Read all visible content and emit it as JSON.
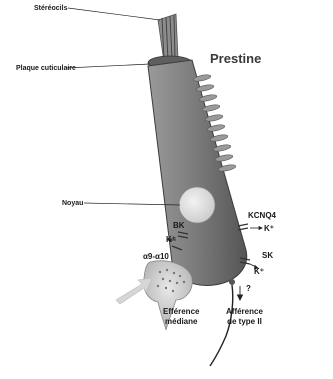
{
  "labels": {
    "stereocils": "Stéréocils",
    "plaque": "Plaque cuticulaire",
    "prestine": "Prestine",
    "noyau": "Noyau",
    "bk": "BK",
    "k_plus_left": "K⁺",
    "kcnq4": "KCNQ4",
    "k_plus_right": "K⁺",
    "sk": "SK",
    "k_plus_sk": "K⁺",
    "alpha": "α9-α10",
    "question": "?",
    "efference_line1": "Efférence",
    "efference_line2": "médiane",
    "afference_line1": "Afférence",
    "afference_line2": "de type II"
  },
  "colors": {
    "cell_body": "#7d7d7d",
    "cell_shadow": "#4f4f4f",
    "nucleus": "#e2e2e2",
    "prestine_bands": "#8a8a8a",
    "efferent_terminal": "#c9c9c9",
    "arrow_gray": "#d0d0d0",
    "label_text": "#1a1a1a"
  }
}
